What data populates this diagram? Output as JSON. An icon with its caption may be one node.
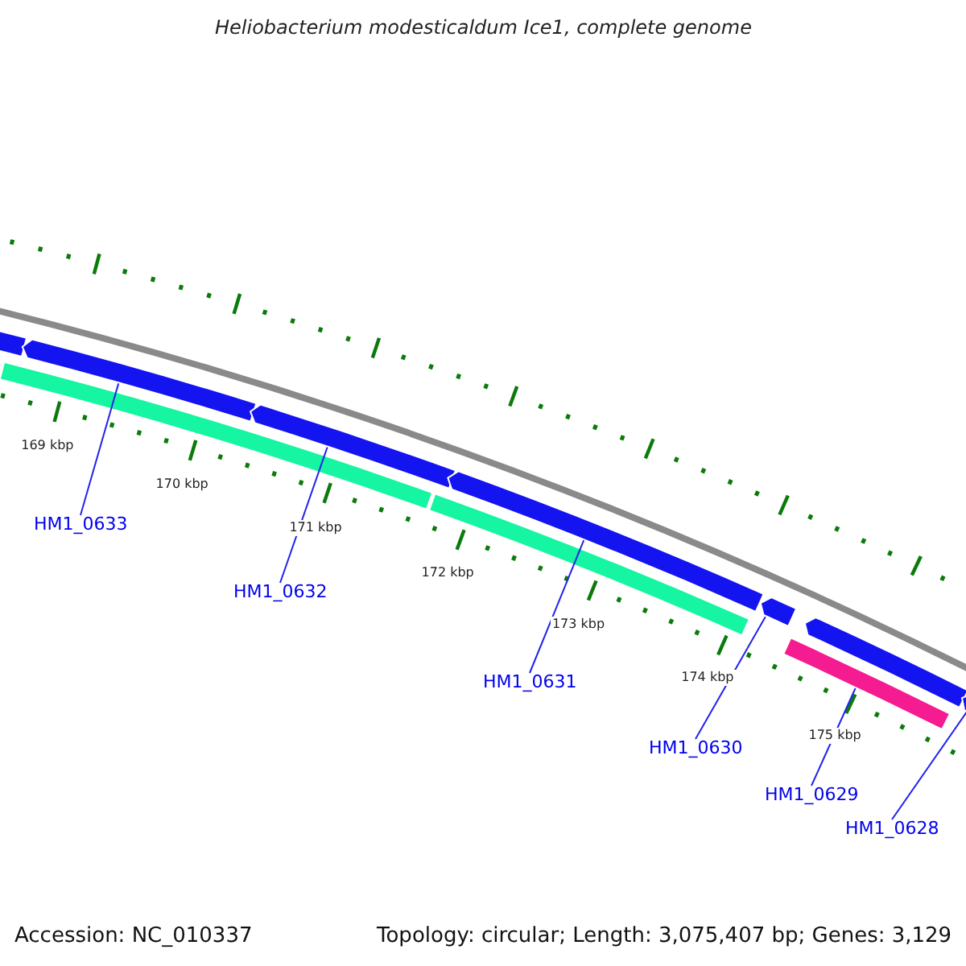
{
  "diagram": {
    "title": "Heliobacterium modesticaldum Ice1, complete genome",
    "nodes": [
      {
        "text": [],
        "shape": "bar"
      },
      {
        "text": [],
        "shape": "bar"
      },
      {
        "text": [],
        "shape": "bar"
      },
      {
        "text": [],
        "shape": "bar"
      },
      {
        "text": [],
        "shape": "bar"
      },
      {
        "text": [],
        "shape": "bar"
      },
      {
        "text": [],
        "shape": "bar"
      },
      {
        "text": [],
        "shape": "bar"
      },
      {
        "text": [],
        "shape": "bar"
      },
      {
        "text": [],
        "shape": "bar"
      },
      {
        "text": [
          "HM1_0633"
        ]
      },
      {
        "text": [
          "HM1_0632"
        ]
      },
      {
        "text": [
          "HM1_0631"
        ]
      },
      {
        "text": [
          "HM1_0630"
        ]
      },
      {
        "text": [
          "HM1_0629"
        ]
      },
      {
        "text": [
          "HM1_0628"
        ]
      }
    ],
    "edges": [
      {
        "from": 10,
        "to": 2,
        "arrow": "none"
      },
      {
        "from": 11,
        "to": 3,
        "arrow": "none"
      },
      {
        "from": 12,
        "to": 5,
        "arrow": "none"
      },
      {
        "from": 13,
        "to": 6,
        "arrow": "none"
      },
      {
        "from": 14,
        "to": 7,
        "arrow": "none"
      },
      {
        "from": 15,
        "to": 9,
        "arrow": "none"
      }
    ],
    "labels": [
      "169 kbp",
      "170 kbp",
      "171 kbp",
      "172 kbp",
      "173 kbp",
      "174 kbp",
      "175 kbp",
      "Accession: NC_010337",
      "Topology: circular; Length: 3,075,407 bp; Genes: 3,129"
    ]
  }
}
